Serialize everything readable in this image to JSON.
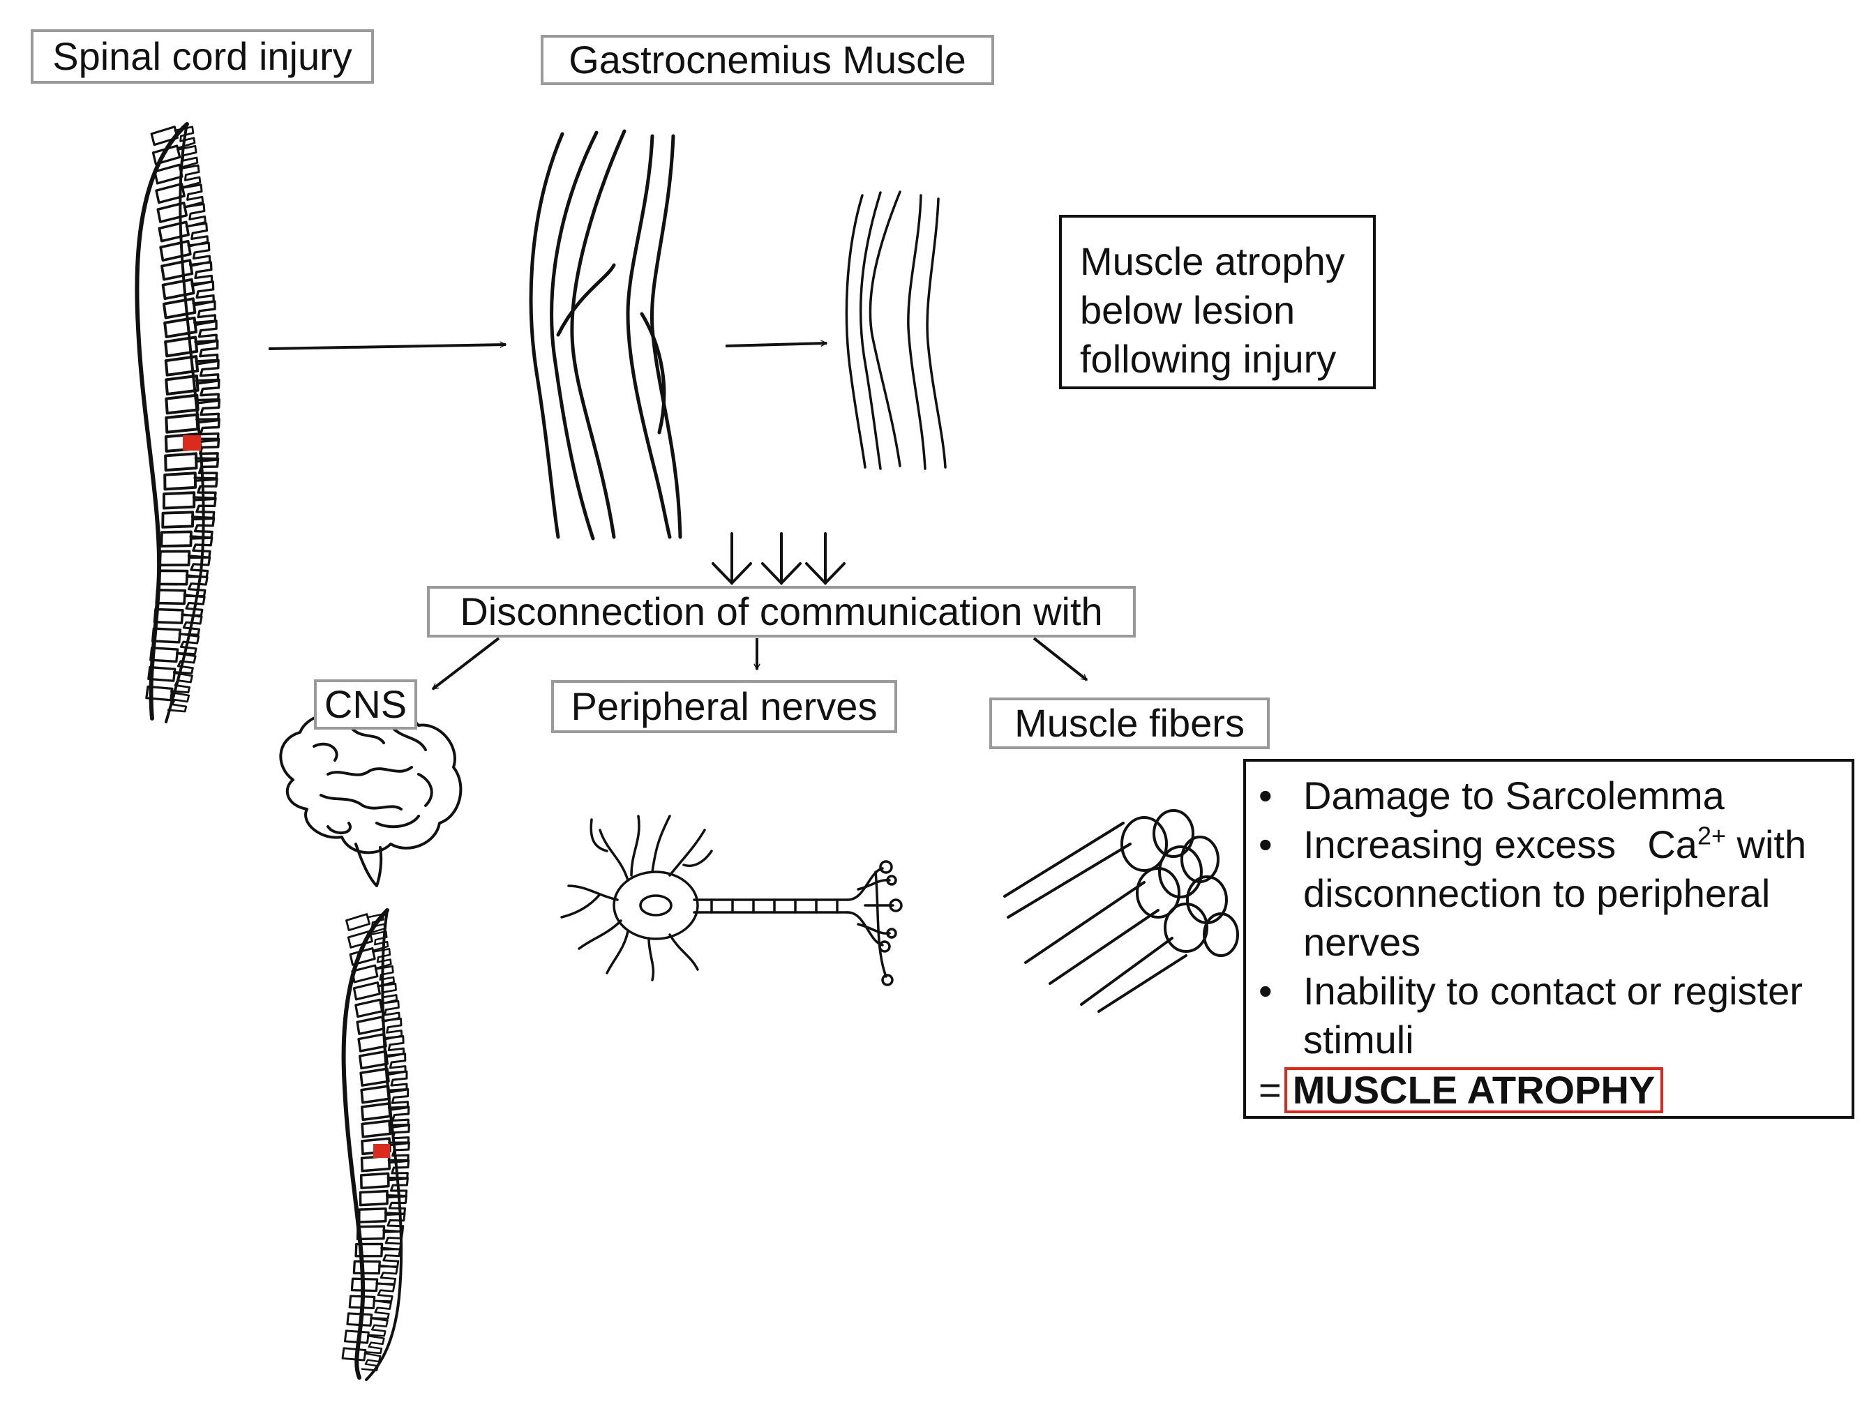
{
  "labels": {
    "spinal_cord_injury": "Spinal cord injury",
    "gastrocnemius_muscle": "Gastrocnemius Muscle",
    "disconnection": "Disconnection of communication with",
    "cns": "CNS",
    "peripheral_nerves": "Peripheral nerves",
    "muscle_fibers": "Muscle fibers"
  },
  "atrophy_box": {
    "line1": "Muscle atrophy",
    "line2": "below lesion",
    "line3": "following injury"
  },
  "summary": {
    "bullet_symbol": "•",
    "item1": "Damage to Sarcolemma",
    "item2_pre": "Increasing excess",
    "item2_ion": "Ca",
    "item2_charge": "2+",
    "item2_post": "with disconnection to peripheral nerves",
    "item3": "Inability to contact or register stimuli",
    "equals": "=",
    "conclusion": "MUSCLE ATROPHY"
  },
  "colors": {
    "lesion": "#d92b1e",
    "label_border": "#9a9a9a",
    "ink": "#111111"
  },
  "icons": [
    "spine-illustration",
    "muscle-illustration",
    "brain-icon",
    "neuron-icon",
    "muscle-fiber-bundle-icon"
  ]
}
